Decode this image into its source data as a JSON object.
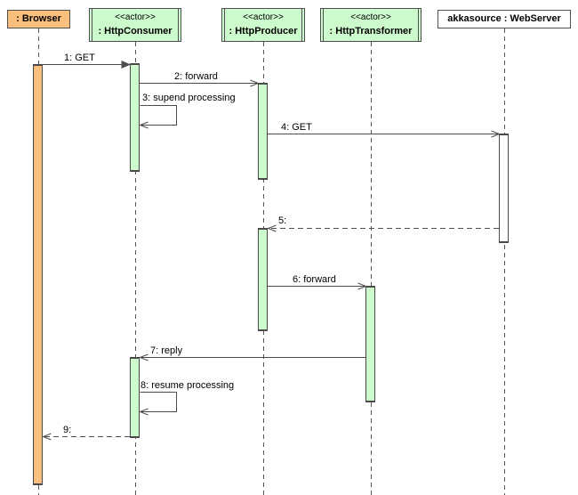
{
  "diagram": {
    "type": "uml-sequence",
    "participants": [
      {
        "name": ": Browser",
        "stereotype": "",
        "kind": "object",
        "fill": "#FBBF7D"
      },
      {
        "name": ": HttpConsumer",
        "stereotype": "<<actor>>",
        "kind": "actor",
        "fill": "#CCFACC"
      },
      {
        "name": ": HttpProducer",
        "stereotype": "<<actor>>",
        "kind": "actor",
        "fill": "#CCFACC"
      },
      {
        "name": ": HttpTransformer",
        "stereotype": "<<actor>>",
        "kind": "actor",
        "fill": "#CCFACC"
      },
      {
        "name": "akkasource : WebServer",
        "stereotype": "",
        "kind": "object",
        "fill": "#FFFFFF"
      }
    ],
    "messages": [
      {
        "label": "1: GET",
        "from": ": Browser",
        "to": ": HttpConsumer",
        "style": "solid-filled-arrow"
      },
      {
        "label": "2: forward",
        "from": ": HttpConsumer",
        "to": ": HttpProducer",
        "style": "solid-open-arrow"
      },
      {
        "label": "3: supend processing",
        "from": ": HttpConsumer",
        "to": ": HttpConsumer",
        "style": "self-loop"
      },
      {
        "label": "4: GET",
        "from": ": HttpProducer",
        "to": "akkasource : WebServer",
        "style": "solid-open-arrow"
      },
      {
        "label": "5:",
        "from": "akkasource : WebServer",
        "to": ": HttpProducer",
        "style": "dashed-return"
      },
      {
        "label": "6: forward",
        "from": ": HttpProducer",
        "to": ": HttpTransformer",
        "style": "solid-open-arrow"
      },
      {
        "label": "7: reply",
        "from": ": HttpTransformer",
        "to": ": HttpConsumer",
        "style": "solid-open-arrow"
      },
      {
        "label": "8: resume processing",
        "from": ": HttpConsumer",
        "to": ": HttpConsumer",
        "style": "self-loop"
      },
      {
        "label": "9:",
        "from": ": HttpConsumer",
        "to": ": Browser",
        "style": "dashed-return"
      }
    ],
    "colors": {
      "object_fill": "#FBBF7D",
      "actor_fill": "#CCFACC",
      "webserver_fill": "#FFFFFF",
      "line": "#4D4D4D",
      "text": "#000000"
    }
  }
}
